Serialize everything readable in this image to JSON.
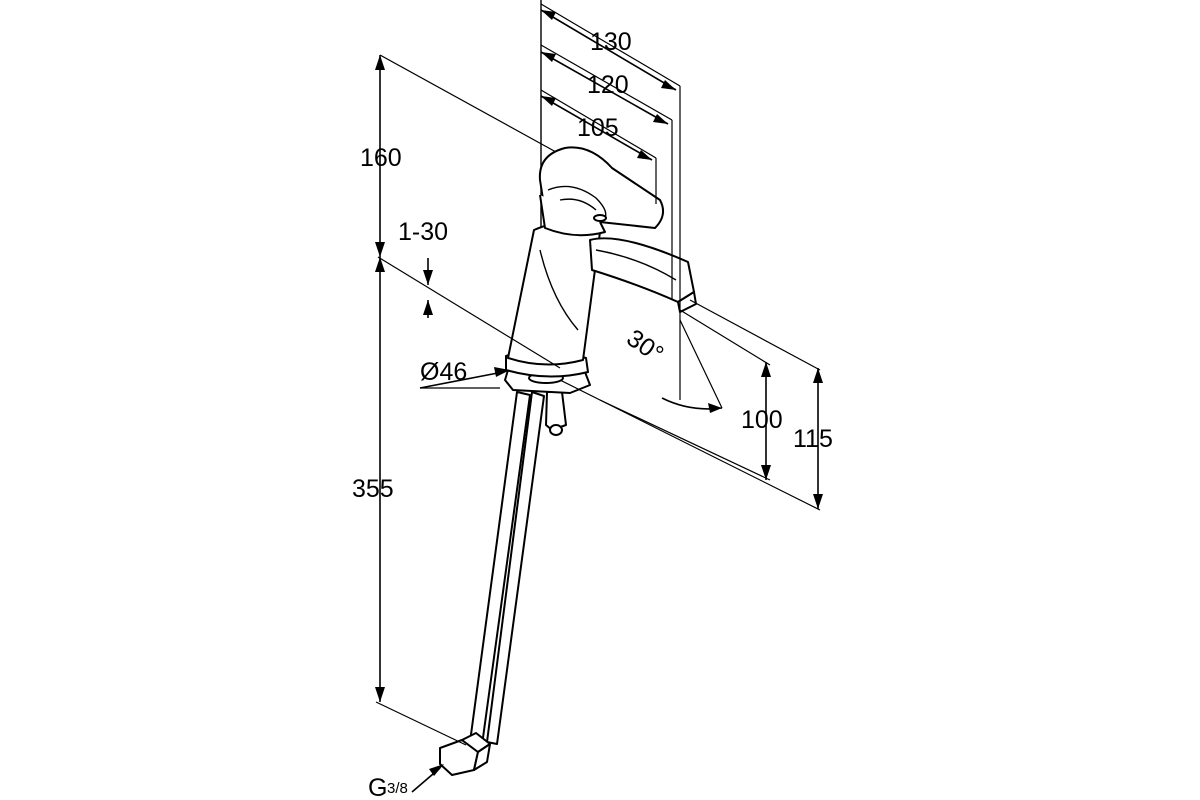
{
  "dimensions": {
    "width_130": "130",
    "width_120": "120",
    "width_105": "105",
    "height_160": "160",
    "range_1_30": "1-30",
    "diameter_46": "Ø46",
    "angle_30": "30°",
    "height_100": "100",
    "height_115": "115",
    "hose_355": "355",
    "thread_prefix": "G",
    "thread_fraction": "3/8"
  }
}
